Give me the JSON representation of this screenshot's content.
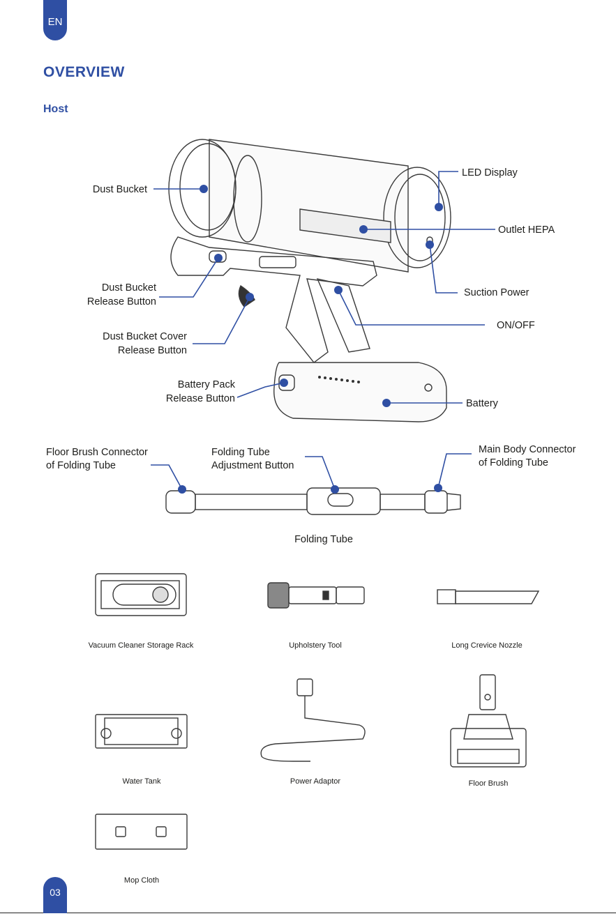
{
  "header": {
    "lang": "EN",
    "title": "OVERVIEW",
    "section": "Host"
  },
  "host_labels": {
    "dust_bucket": "Dust Bucket",
    "dust_bucket_release_1": "Dust Bucket",
    "dust_bucket_release_2": "Release Button",
    "cover_release_1": "Dust Bucket Cover",
    "cover_release_2": "Release Button",
    "battery_release_1": "Battery Pack",
    "battery_release_2": "Release Button",
    "led_display": "LED Display",
    "outlet_hepa": "Outlet HEPA",
    "suction_power": "Suction Power",
    "on_off": "ON/OFF",
    "battery": "Battery"
  },
  "tube_labels": {
    "floor_connector_1": "Floor Brush Connector",
    "floor_connector_2": "of Folding Tube",
    "adjust_1": "Folding Tube",
    "adjust_2": "Adjustment Button",
    "main_connector_1": "Main Body Connector",
    "main_connector_2": "of Folding Tube",
    "caption": "Folding Tube"
  },
  "accessories": {
    "storage_rack": "Vacuum Cleaner Storage Rack",
    "upholstery_tool": "Upholstery Tool",
    "crevice_nozzle": "Long Crevice Nozzle",
    "water_tank": "Water Tank",
    "power_adaptor": "Power Adaptor",
    "floor_brush": "Floor Brush",
    "mop_cloth": "Mop Cloth"
  },
  "footer": {
    "page": "03"
  },
  "colors": {
    "accent": "#2f4fa3",
    "callout": "#2f4fa3",
    "line": "#3a3a3a"
  }
}
